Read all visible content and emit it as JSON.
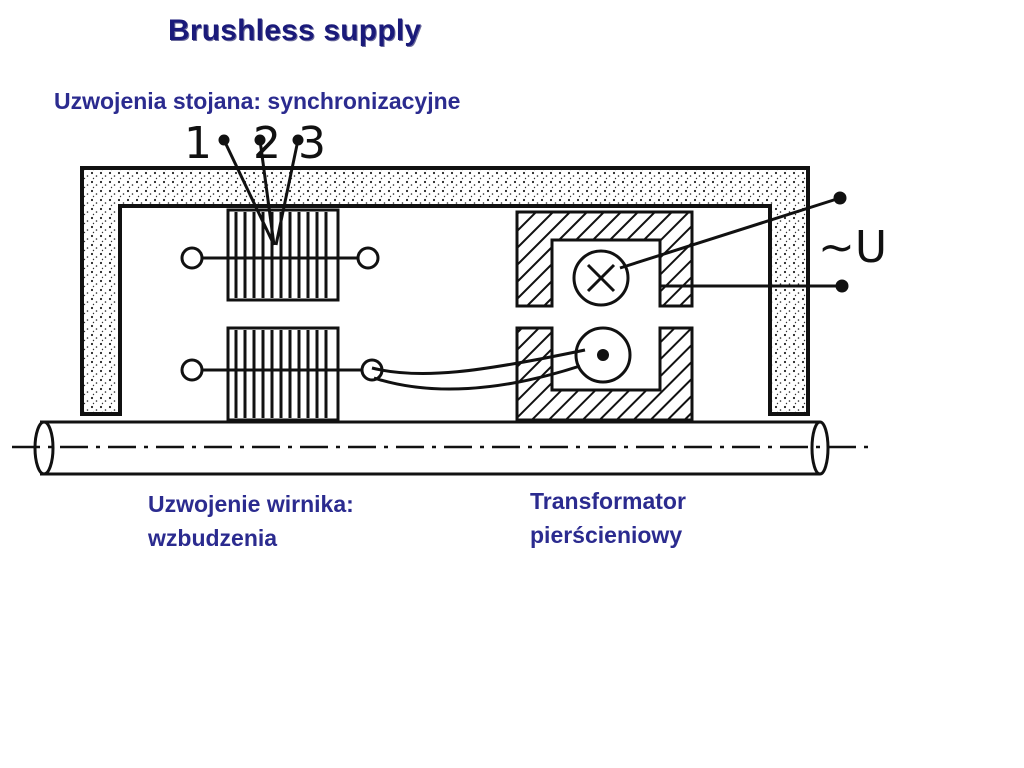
{
  "title": "Brushless supply",
  "labels": {
    "stator": "Uzwojenia stojana:  synchronizacyjne",
    "rotor_line1": "Uzwojenie wirnika:",
    "rotor_line2": "wzbudzenia",
    "transformer_line1": "Transformator",
    "transformer_line2": "pierścieniowy"
  },
  "diagram": {
    "terminal_numbers": [
      "1",
      "2",
      "3"
    ],
    "voltage_label": "~U",
    "colors": {
      "ink": "#111111",
      "label": "#2b2b8f",
      "title": "#1a1a7a"
    }
  }
}
